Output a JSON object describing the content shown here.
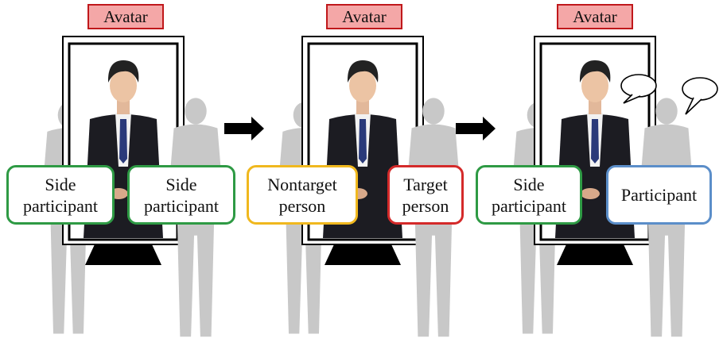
{
  "colors": {
    "avatar_tag_fill": "#f4a7a7",
    "avatar_tag_border": "#c0181b",
    "side_participant_border": "#2e9a44",
    "nontarget_border": "#f0b81e",
    "target_border": "#d42a2a",
    "participant_border": "#5b8ec9",
    "silhouette": "#c8c8c8",
    "suit": "#1c1c22"
  },
  "panels": [
    {
      "avatar_label": "Avatar",
      "avatar_speaking": false,
      "left_label": [
        "Side",
        "participant"
      ],
      "left_role": "side-participant",
      "right_label": [
        "Side",
        "participant"
      ],
      "right_role": "side-participant"
    },
    {
      "avatar_label": "Avatar",
      "avatar_speaking": false,
      "left_label": [
        "Nontarget",
        "person"
      ],
      "left_role": "nontarget-person",
      "right_label": [
        "Target",
        "person"
      ],
      "right_role": "target-person"
    },
    {
      "avatar_label": "Avatar",
      "avatar_speaking": true,
      "left_label": [
        "Side",
        "participant"
      ],
      "left_role": "side-participant",
      "right_label": [
        "Participant"
      ],
      "right_role": "participant"
    }
  ],
  "arrows": [
    "right-arrow",
    "right-arrow"
  ]
}
